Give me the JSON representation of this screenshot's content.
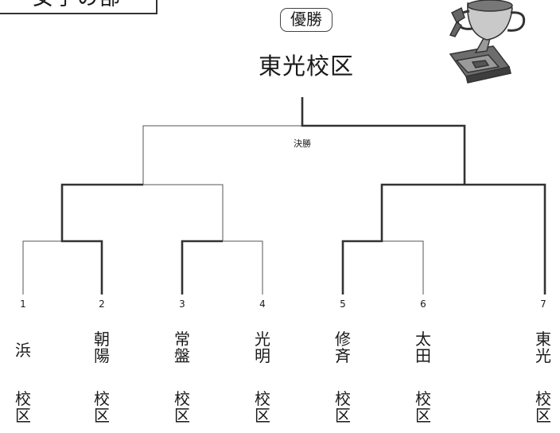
{
  "header": {
    "section_title": "女子の部",
    "champion_badge": "優勝",
    "champion_name": "東光校区"
  },
  "bracket": {
    "final_label": "決勝",
    "winner_seed": 7,
    "entries": [
      {
        "seed": "1",
        "name": "浜",
        "suffix": "校区"
      },
      {
        "seed": "2",
        "name": "朝陽",
        "suffix": "校区"
      },
      {
        "seed": "3",
        "name": "常盤",
        "suffix": "校区"
      },
      {
        "seed": "4",
        "name": "光明",
        "suffix": "校区"
      },
      {
        "seed": "5",
        "name": "修斉",
        "suffix": "校区"
      },
      {
        "seed": "6",
        "name": "太田",
        "suffix": "校区"
      },
      {
        "seed": "7",
        "name": "東光",
        "suffix": "校区"
      }
    ]
  },
  "icons": {
    "trophy": "trophy-icon"
  }
}
